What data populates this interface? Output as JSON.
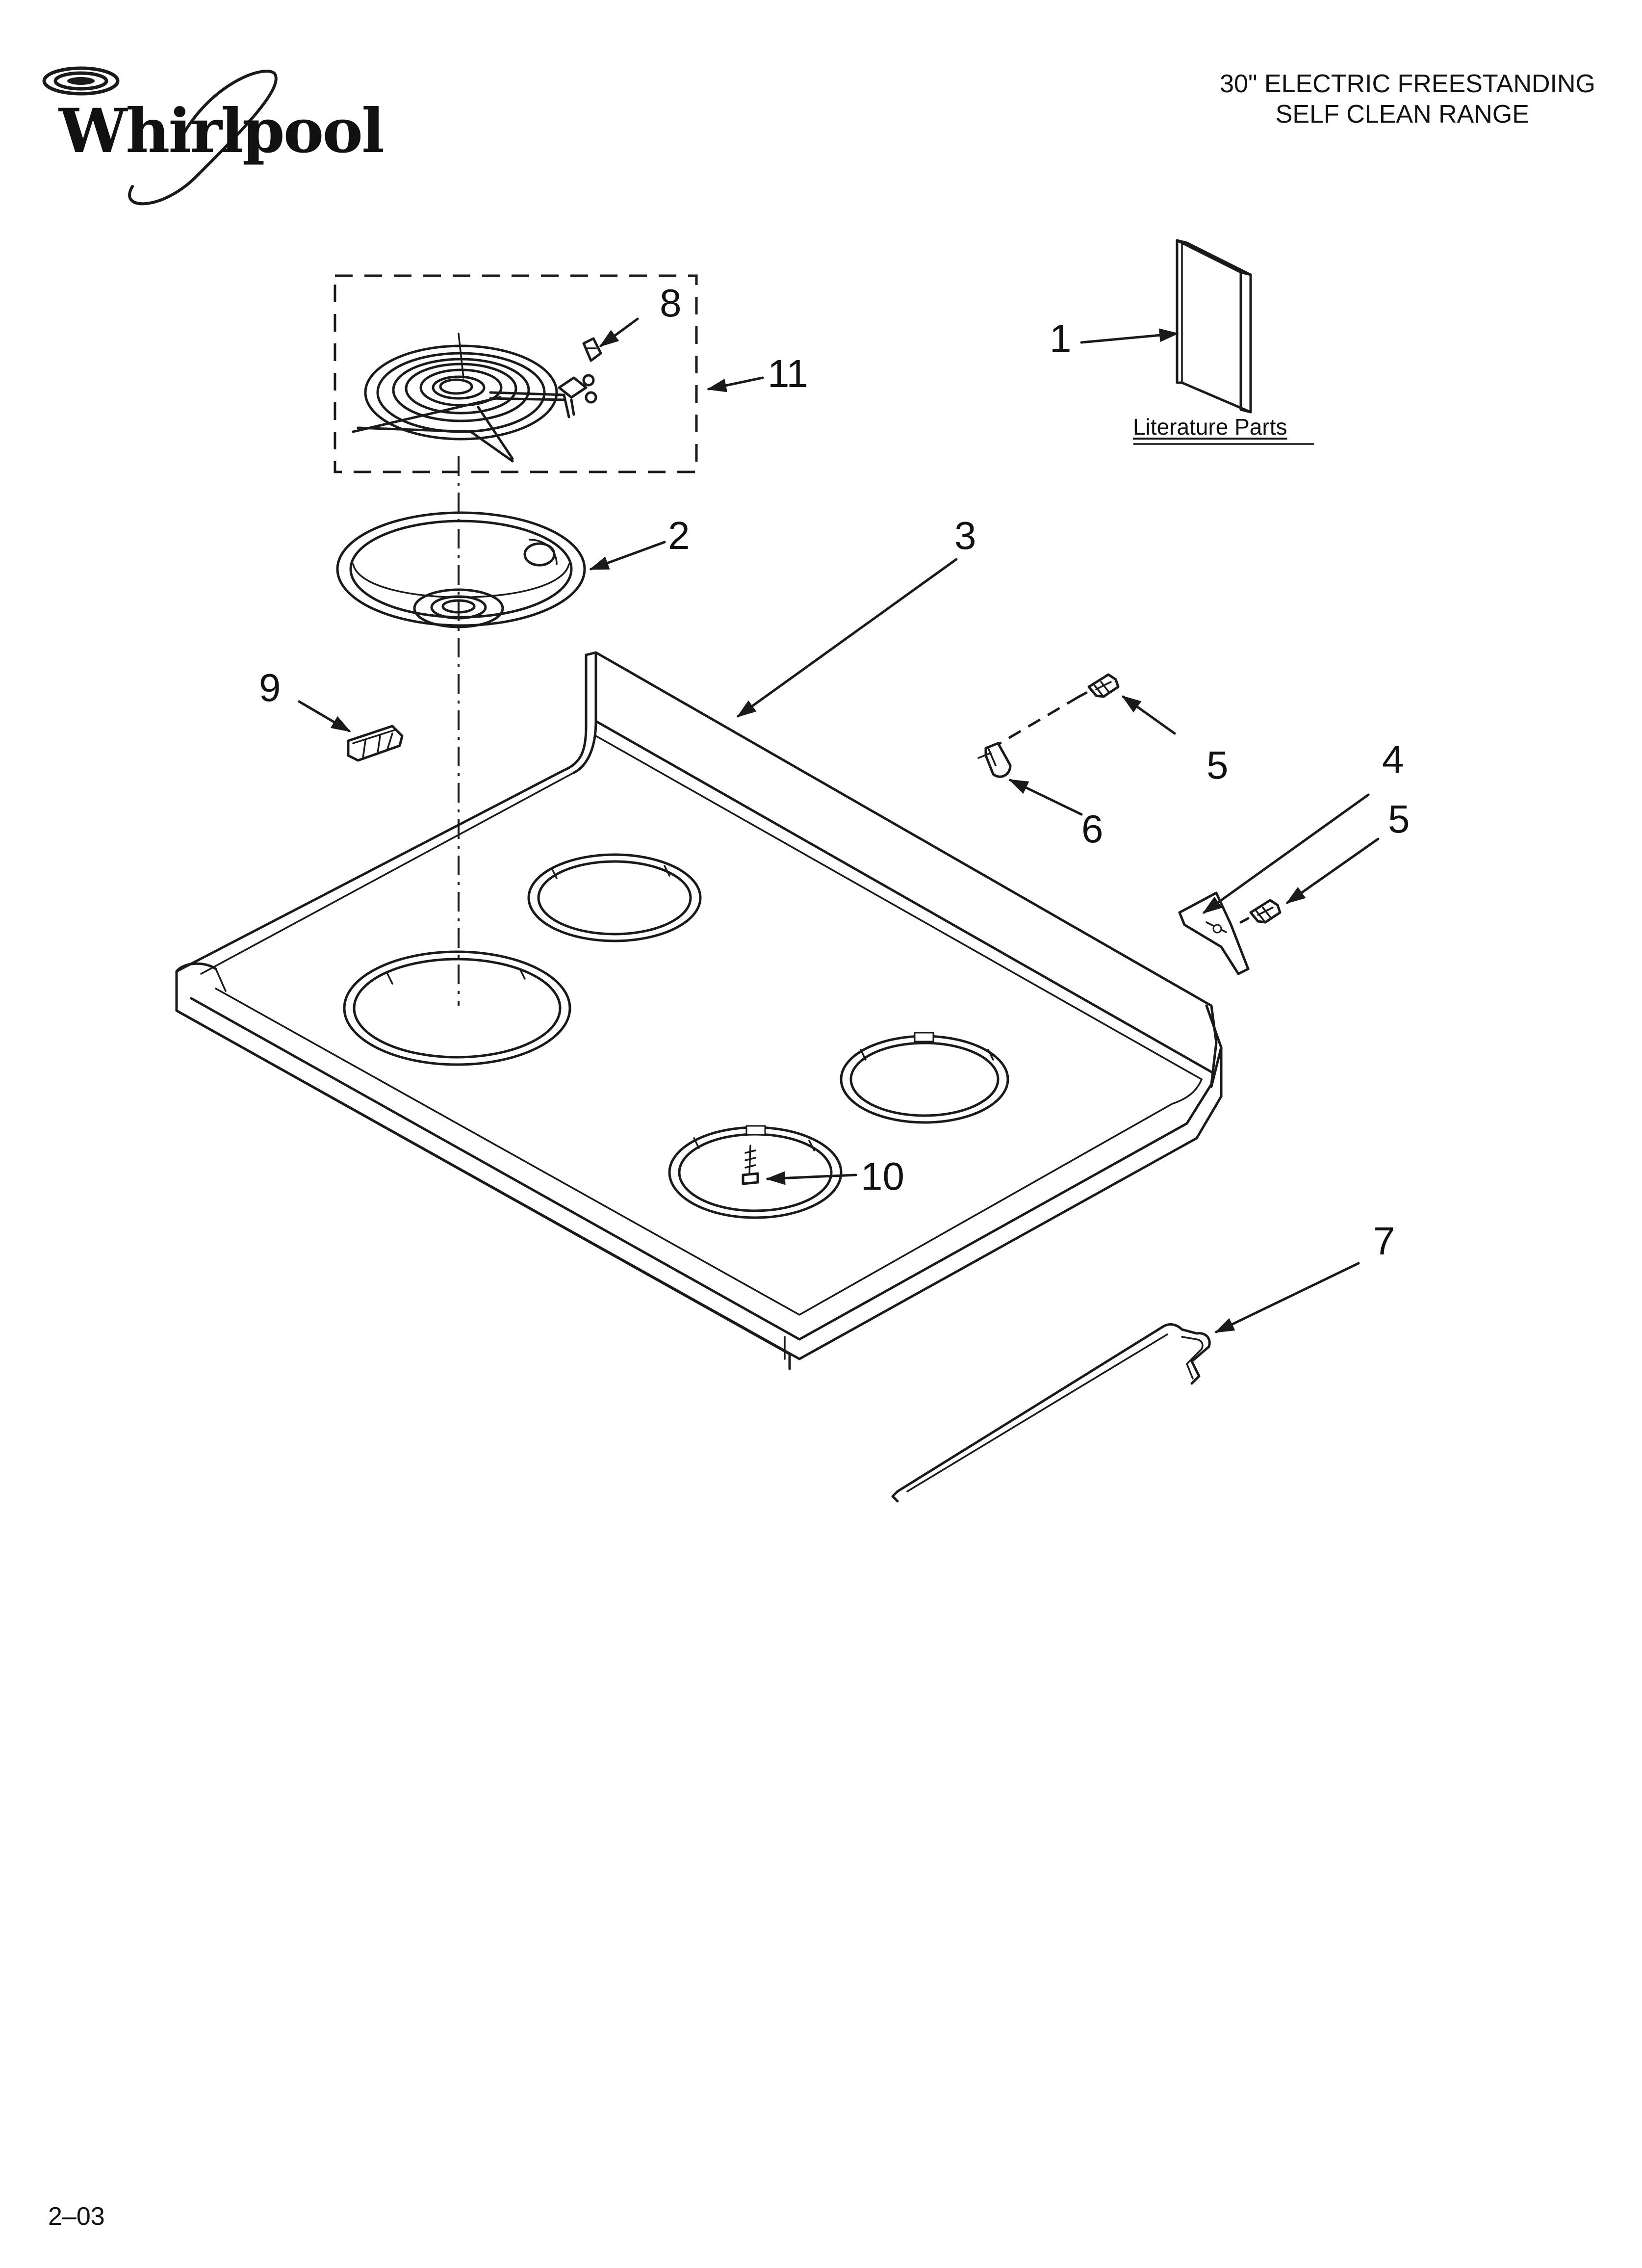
{
  "brand": {
    "name": "Whirlpool"
  },
  "header": {
    "title_line1": "30\" ELECTRIC FREESTANDING",
    "title_line2": "SELF CLEAN RANGE"
  },
  "literature": {
    "label": "Literature Parts"
  },
  "callouts": [
    {
      "id": "1",
      "label": "1"
    },
    {
      "id": "2",
      "label": "2"
    },
    {
      "id": "3",
      "label": "3"
    },
    {
      "id": "4",
      "label": "4"
    },
    {
      "id": "5a",
      "label": "5"
    },
    {
      "id": "5b",
      "label": "5"
    },
    {
      "id": "6",
      "label": "6"
    },
    {
      "id": "7",
      "label": "7"
    },
    {
      "id": "8",
      "label": "8"
    },
    {
      "id": "9",
      "label": "9"
    },
    {
      "id": "10",
      "label": "10"
    },
    {
      "id": "11",
      "label": "11"
    }
  ],
  "footer": {
    "code": "2–03"
  }
}
